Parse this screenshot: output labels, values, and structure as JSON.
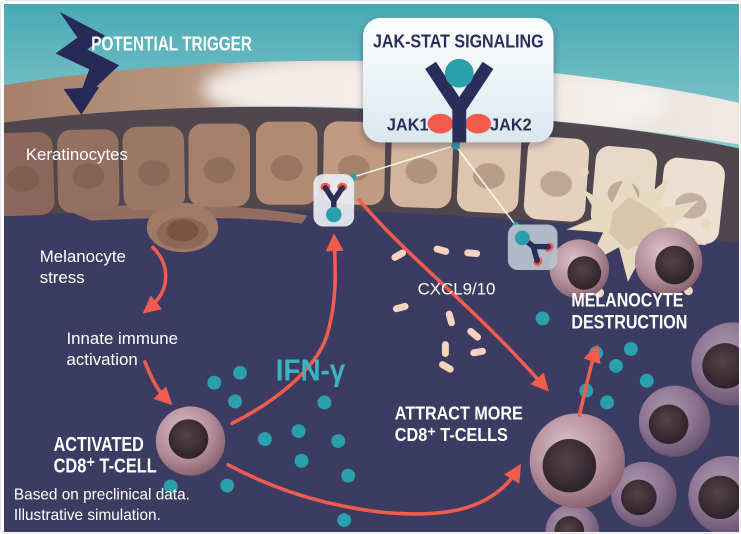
{
  "header": {
    "potential_trigger": "POTENTIAL TRIGGER",
    "jak_stat_title": "JAK-STAT SIGNALING",
    "jak1": "JAK1",
    "jak2": "JAK2"
  },
  "labels": {
    "keratinocytes": "Keratinocytes",
    "melanocyte_stress_1": "Melanocyte",
    "melanocyte_stress_2": "stress",
    "innate_1": "Innate immune",
    "innate_2": "activation",
    "ifn_gamma": "IFN-γ",
    "cxcl": "CXCL9/10",
    "destruction_1": "MELANOCYTE",
    "destruction_2": "DESTRUCTION",
    "activated_1": "ACTIVATED",
    "activated_2": "CD8⁺ T-CELL",
    "attract_1": "ATTRACT MORE",
    "attract_2": "CD8⁺ T-CELLS"
  },
  "footnote": {
    "line1": "Based on preclinical data.",
    "line2": "Illustrative simulation."
  },
  "colors": {
    "coral": "#f25c4d",
    "navy": "#2b2d5a",
    "teal_accent": "#2aa0ac",
    "ifn_teal": "#3db3c2",
    "pill_peach": "#f8d4c0",
    "dermis_navy": "#3c3c62",
    "sky_teal": "#48aab4"
  }
}
